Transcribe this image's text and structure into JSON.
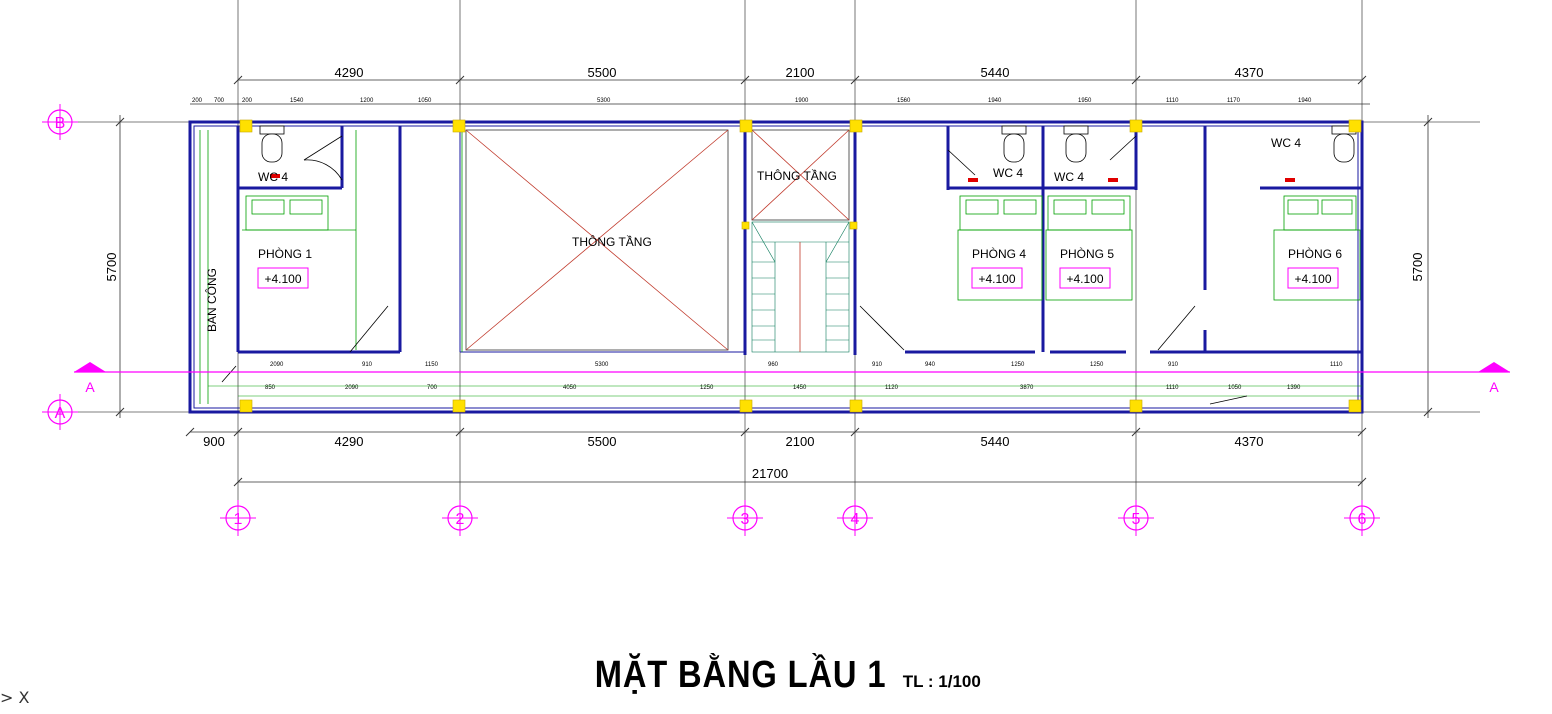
{
  "title": {
    "main": "MẶT BẰNG LẦU 1",
    "scale": "TL : 1/100"
  },
  "ucs_label": "X",
  "grid_rows": [
    "B",
    "A"
  ],
  "grid_cols": [
    "1",
    "2",
    "3",
    "4",
    "5",
    "6"
  ],
  "section_marks": [
    "A",
    "A"
  ],
  "dims_top": [
    "4290",
    "5500",
    "2100",
    "5440",
    "4370"
  ],
  "dims_bottom": [
    "900",
    "4290",
    "5500",
    "2100",
    "5440",
    "4370"
  ],
  "dim_total": "21700",
  "dims_side": [
    "5700",
    "5700"
  ],
  "rooms": [
    {
      "name": "PHÒNG 1",
      "level": "+4.100"
    },
    {
      "name": "PHÒNG 4",
      "level": "+4.100"
    },
    {
      "name": "PHÒNG 5",
      "level": "+4.100"
    },
    {
      "name": "PHÒNG 6",
      "level": "+4.100"
    }
  ],
  "wcs": [
    "WC 4",
    "WC 4",
    "WC 4",
    "WC 4"
  ],
  "voids": [
    "THÔNG TẦNG",
    "THÔNG TẦNG"
  ],
  "balcony": "BAN CÔNG",
  "colors": {
    "wall": "#1a1aa0",
    "grid": "#ff00ff",
    "furniture": "#00a000",
    "column": "#ffe000",
    "dim": "#000000",
    "void": "#c0392b"
  }
}
